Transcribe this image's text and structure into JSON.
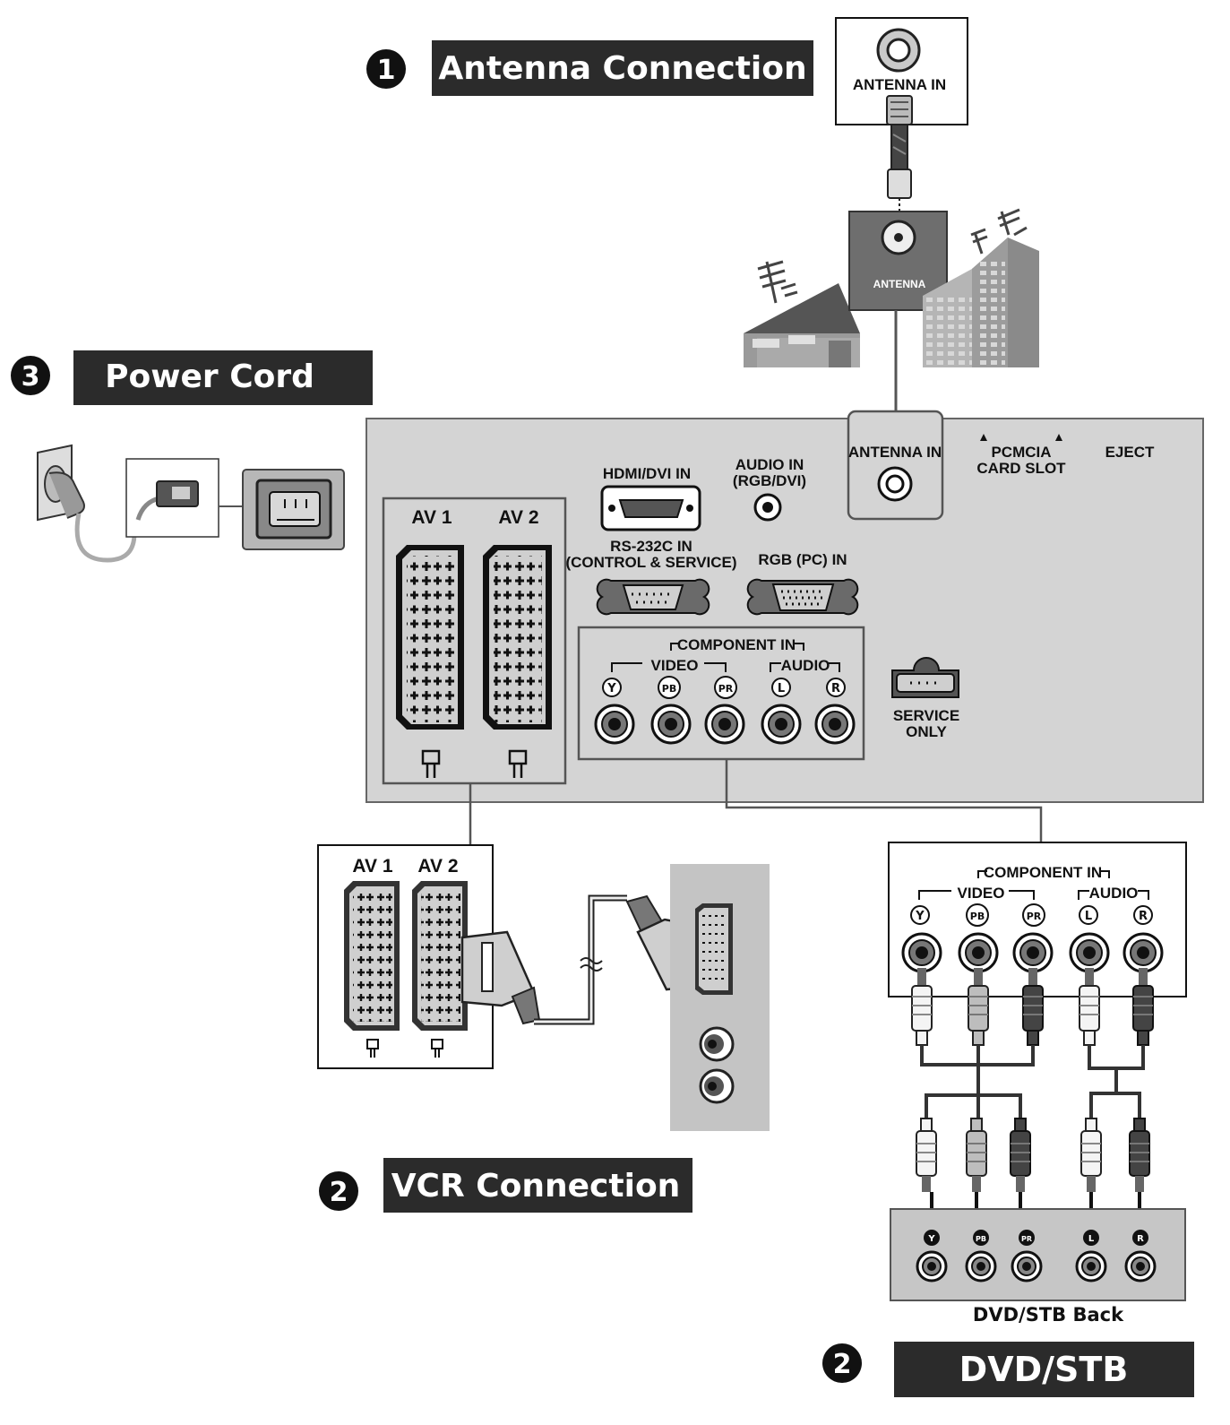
{
  "sections": {
    "antenna": {
      "number": "1",
      "title": "Antenna Connection"
    },
    "power": {
      "number": "3",
      "title": "Power Cord"
    },
    "vcr": {
      "number": "2",
      "title": "VCR Connection"
    },
    "dvd": {
      "number": "2",
      "title": "DVD/STB"
    }
  },
  "antenna_box": {
    "label": "ANTENNA IN"
  },
  "antenna_plate": {
    "label": "ANTENNA"
  },
  "tv_panel": {
    "av1": "AV 1",
    "av2": "AV 2",
    "hdmi": "HDMI/DVI IN",
    "audio_in_line1": "AUDIO IN",
    "audio_in_line2": "(RGB/DVI)",
    "antenna_in": "ANTENNA IN",
    "pcmcia_line1": "PCMCIA",
    "pcmcia_line2": "CARD SLOT",
    "eject": "EJECT",
    "rs232_line1": "RS-232C IN",
    "rs232_line2": "(CONTROL & SERVICE)",
    "rgb_pc": "RGB (PC) IN",
    "component_in": "COMPONENT IN",
    "video": "VIDEO",
    "audio": "AUDIO",
    "jack_y": "Y",
    "jack_pb": "PB",
    "jack_pr": "PR",
    "jack_l": "L",
    "jack_r": "R",
    "service_line1": "SERVICE",
    "service_line2": "ONLY"
  },
  "vcr_box": {
    "av1": "AV 1",
    "av2": "AV 2"
  },
  "component_box": {
    "component_in": "COMPONENT IN",
    "video": "VIDEO",
    "audio": "AUDIO",
    "jack_y": "Y",
    "jack_pb": "PB",
    "jack_pr": "PR",
    "jack_l": "L",
    "jack_r": "R"
  },
  "dvd_back": {
    "jack_y": "Y",
    "jack_pb": "PB",
    "jack_pr": "PR",
    "jack_l": "L",
    "jack_r": "R",
    "caption": "DVD/STB Back"
  }
}
